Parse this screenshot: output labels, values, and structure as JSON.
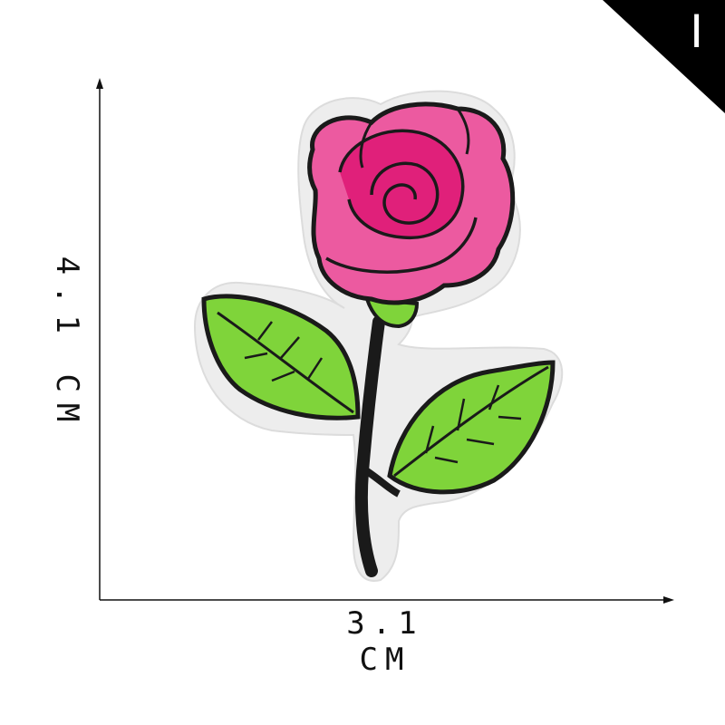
{
  "corner_badge": {
    "label": "I",
    "color": "#000000"
  },
  "dimensions": {
    "width_label": "3.1 CM",
    "height_label": "4.1 CM"
  },
  "product": {
    "icon": "rose-embroidered-patch",
    "colors": {
      "petal": "#ec5aa0",
      "petal_dark": "#e0207a",
      "leaf": "#7fd43a",
      "outline": "#1a1a1a",
      "backing": "#ededed"
    }
  }
}
